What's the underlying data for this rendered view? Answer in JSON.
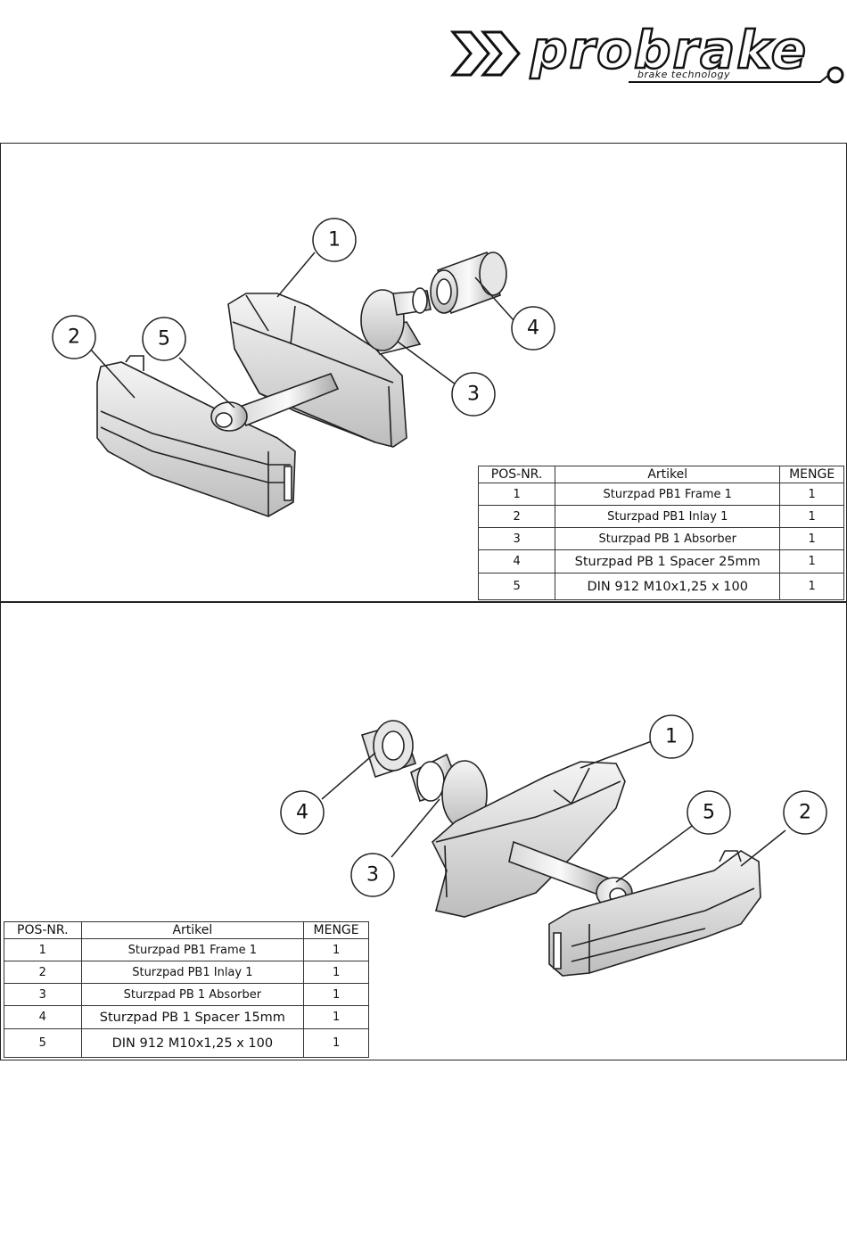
{
  "brand": {
    "name": "probrake",
    "tagline": "brake technology"
  },
  "header": {
    "pos": "POS-NR.",
    "artikel": "Artikel",
    "menge": "MENGE"
  },
  "panels": [
    {
      "rows": [
        {
          "pos": "1",
          "artikel": "Sturzpad PB1 Frame 1",
          "menge": "1"
        },
        {
          "pos": "2",
          "artikel": "Sturzpad PB1 Inlay 1",
          "menge": "1"
        },
        {
          "pos": "3",
          "artikel": "Sturzpad PB 1 Absorber",
          "menge": "1"
        },
        {
          "pos": "4",
          "artikel": "Sturzpad PB 1 Spacer 25mm",
          "menge": "1"
        },
        {
          "pos": "5",
          "artikel": "DIN 912 M10x1,25 x 100",
          "menge": "1"
        }
      ],
      "callouts": [
        "1",
        "2",
        "3",
        "4",
        "5"
      ]
    },
    {
      "rows": [
        {
          "pos": "1",
          "artikel": "Sturzpad PB1 Frame 1",
          "menge": "1"
        },
        {
          "pos": "2",
          "artikel": "Sturzpad PB1 Inlay 1",
          "menge": "1"
        },
        {
          "pos": "3",
          "artikel": "Sturzpad PB 1 Absorber",
          "menge": "1"
        },
        {
          "pos": "4",
          "artikel": "Sturzpad PB 1 Spacer 15mm",
          "menge": "1"
        },
        {
          "pos": "5",
          "artikel": "DIN 912 M10x1,25 x 100",
          "menge": "1"
        }
      ],
      "callouts": [
        "1",
        "2",
        "3",
        "4",
        "5"
      ]
    }
  ]
}
